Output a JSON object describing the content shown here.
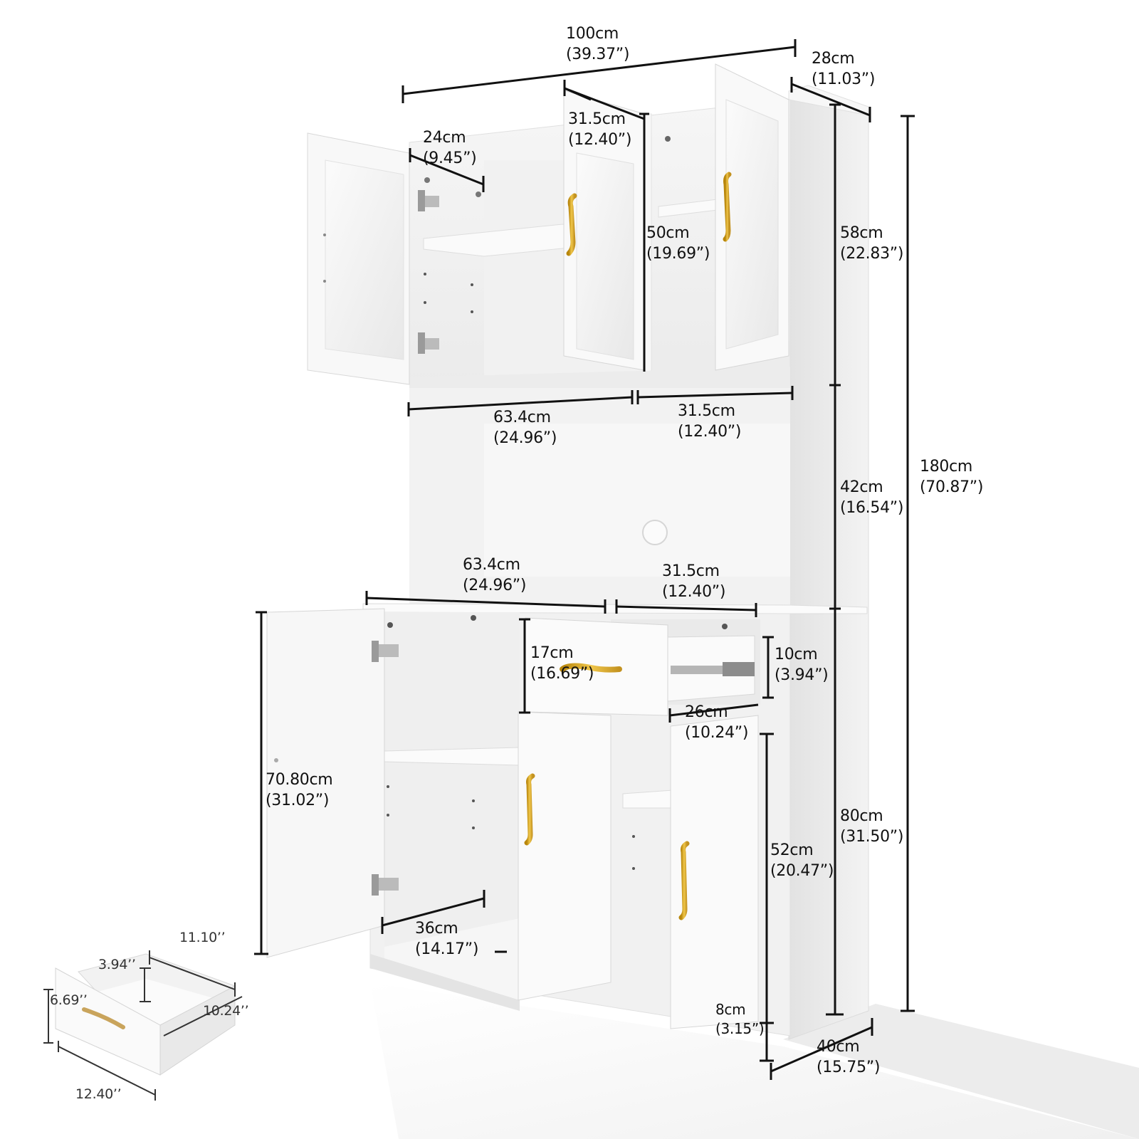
{
  "product": "White kitchen pantry cabinet with glass doors, drawer and gold handles",
  "colors": {
    "cabinet": "#f4f4f4",
    "shadow": "#d9d9d9",
    "handle": "#d4a52a",
    "dimension_line": "#111111",
    "hinge": "#9a9a9a"
  },
  "dimensions": {
    "overall_width": {
      "cm": "100cm",
      "in": "(39.37”)"
    },
    "overall_depth_top": {
      "cm": "28cm",
      "in": "(11.03”)"
    },
    "overall_height": {
      "cm": "180cm",
      "in": "(70.87”)"
    },
    "upper_section_height": {
      "cm": "58cm",
      "in": "(22.83”)"
    },
    "middle_section_height": {
      "cm": "42cm",
      "in": "(16.54”)"
    },
    "lower_section_height": {
      "cm": "80cm",
      "in": "(31.50”)"
    },
    "bottom_depth": {
      "cm": "40cm",
      "in": "(15.75”)"
    },
    "upper_shelf_depth": {
      "cm": "24cm",
      "in": "(9.45”)"
    },
    "upper_door_width": {
      "cm": "31.5cm",
      "in": "(12.40”)"
    },
    "upper_door_height": {
      "cm": "50cm",
      "in": "(19.69”)"
    },
    "middle_left_width": {
      "cm": "63.4cm",
      "in": "(24.96”)"
    },
    "middle_right_width": {
      "cm": "31.5cm",
      "in": "(12.40”)"
    },
    "counter_left_width": {
      "cm": "63.4cm",
      "in": "(24.96”)"
    },
    "counter_right_width": {
      "cm": "31.5cm",
      "in": "(12.40”)"
    },
    "drawer_front_height": {
      "cm": "17cm",
      "in": "(16.69”)"
    },
    "drawer_inner_height": {
      "cm": "10cm",
      "in": "(3.94”)"
    },
    "drawer_depth": {
      "cm": "26cm",
      "in": "(10.24”)"
    },
    "lower_door_height": {
      "cm": "70.80cm",
      "in": "(31.02”)"
    },
    "lower_shelf_depth": {
      "cm": "36cm",
      "in": "(14.17”)"
    },
    "right_door_height": {
      "cm": "52cm",
      "in": "(20.47”)"
    },
    "base_height": {
      "cm": "8cm",
      "in": "(3.15”)"
    }
  },
  "drawer_inset": {
    "back_width": "11.10’’",
    "inner_height": "3.94’’",
    "front_height": "6.69’’",
    "depth": "10.24’’",
    "front_width": "12.40’’"
  }
}
